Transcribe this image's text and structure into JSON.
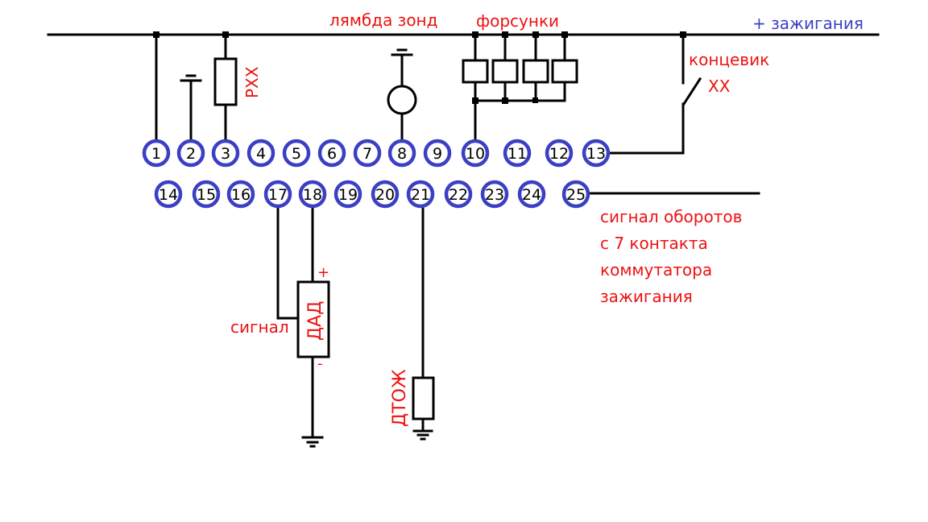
{
  "title": "Схема подключения ЭБУ (распиновка разъёма 25 контактов)",
  "colors": {
    "wire": "#000000",
    "pin_ring": "#3b3fc4",
    "label_red": "#ee1111",
    "label_blue": "#3b3fc4"
  },
  "labels": {
    "ignition_plus": "+ зажигания",
    "lambda_probe": "лямбда зонд",
    "injectors": "форсунки",
    "idle_switch_line1": "концевик",
    "idle_switch_line2": "ХХ",
    "idle_valve": "РХХ",
    "rpm_signal_lines": [
      "сигнал оборотов",
      "с 7 контакта",
      "коммутатора",
      "зажигания"
    ],
    "map_sensor": "ДАД",
    "map_signal": "сигнал",
    "map_plus": "+",
    "map_minus": "-",
    "coolant_sensor": "ДТОЖ"
  },
  "pins": {
    "row_top": [
      "1",
      "2",
      "3",
      "4",
      "5",
      "6",
      "7",
      "8",
      "9",
      "10",
      "11",
      "12",
      "13"
    ],
    "row_bottom": [
      "14",
      "15",
      "16",
      "17",
      "18",
      "19",
      "20",
      "21",
      "22",
      "23",
      "24",
      "25"
    ]
  },
  "icons": {
    "ground": "ground-icon",
    "resistor": "resistor-icon",
    "lambda": "sensor-circle-icon",
    "switch": "switch-open-icon",
    "junction": "junction-dot-icon"
  }
}
